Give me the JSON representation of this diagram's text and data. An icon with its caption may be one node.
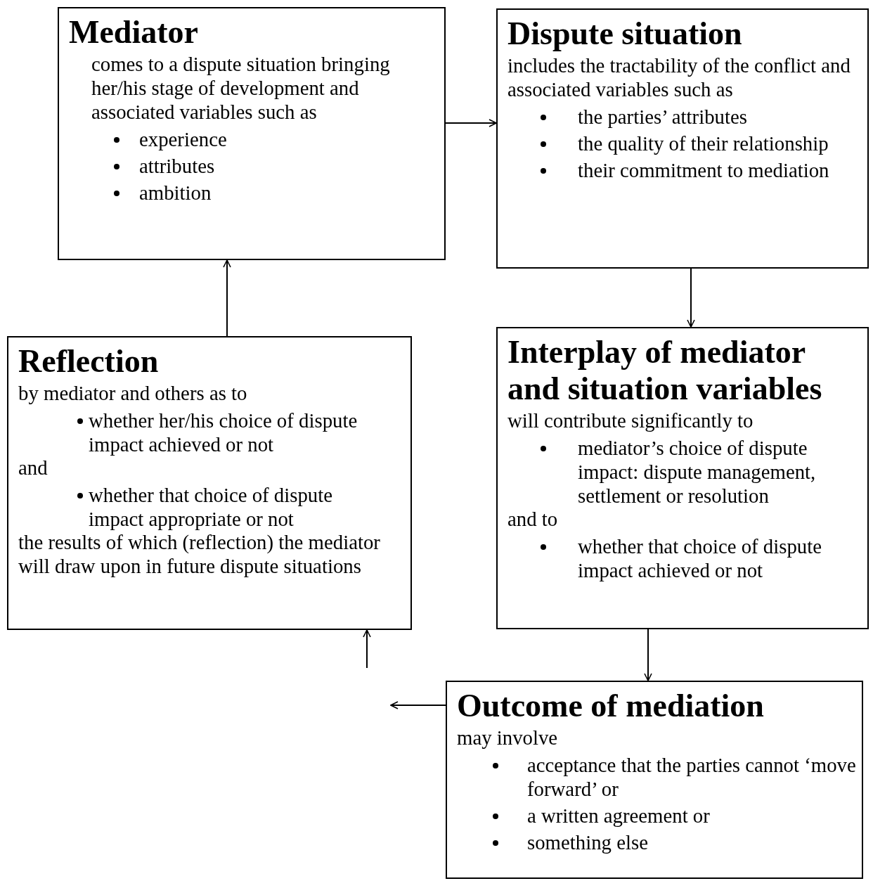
{
  "diagram": {
    "nodes": [
      {
        "text": [
          "Mediator",
          "comes to a dispute situation bringing her/his stage of development and associated variables such as",
          "experience",
          "attributes",
          "ambition"
        ]
      },
      {
        "text": [
          "Dispute situation",
          "includes the tractability of the conflict and associated variables such as",
          "the parties’ attributes",
          "the quality of their relationship",
          "their commitment to mediation"
        ]
      },
      {
        "text": [
          "Interplay of mediator and situation variables",
          "will contribute significantly to",
          "mediator’s choice of dispute impact: dispute management, settlement or resolution",
          "and to",
          "whether that choice of dispute impact achieved or not"
        ]
      },
      {
        "text": [
          "Reflection",
          "by mediator and others as to",
          "whether her/his choice of dispute impact achieved or not",
          "and",
          "whether that choice of dispute impact appropriate or not",
          "the results of which (reflection) the mediator will draw upon in future dispute situations"
        ]
      },
      {
        "text": [
          "Outcome of mediation",
          "may involve",
          "acceptance that the parties cannot ‘move forward’ or",
          "a written agreement or",
          "something else"
        ]
      }
    ],
    "edges": [
      {
        "from": 0,
        "to": 1,
        "arrow": "to"
      },
      {
        "from": 1,
        "to": 2,
        "arrow": "to"
      },
      {
        "from": 2,
        "to": 4,
        "arrow": "to"
      },
      {
        "from": 4,
        "to": null,
        "arrow": "to"
      },
      {
        "from": null,
        "to": 3,
        "arrow": "to"
      },
      {
        "from": 3,
        "to": 0,
        "arrow": "to"
      }
    ]
  }
}
